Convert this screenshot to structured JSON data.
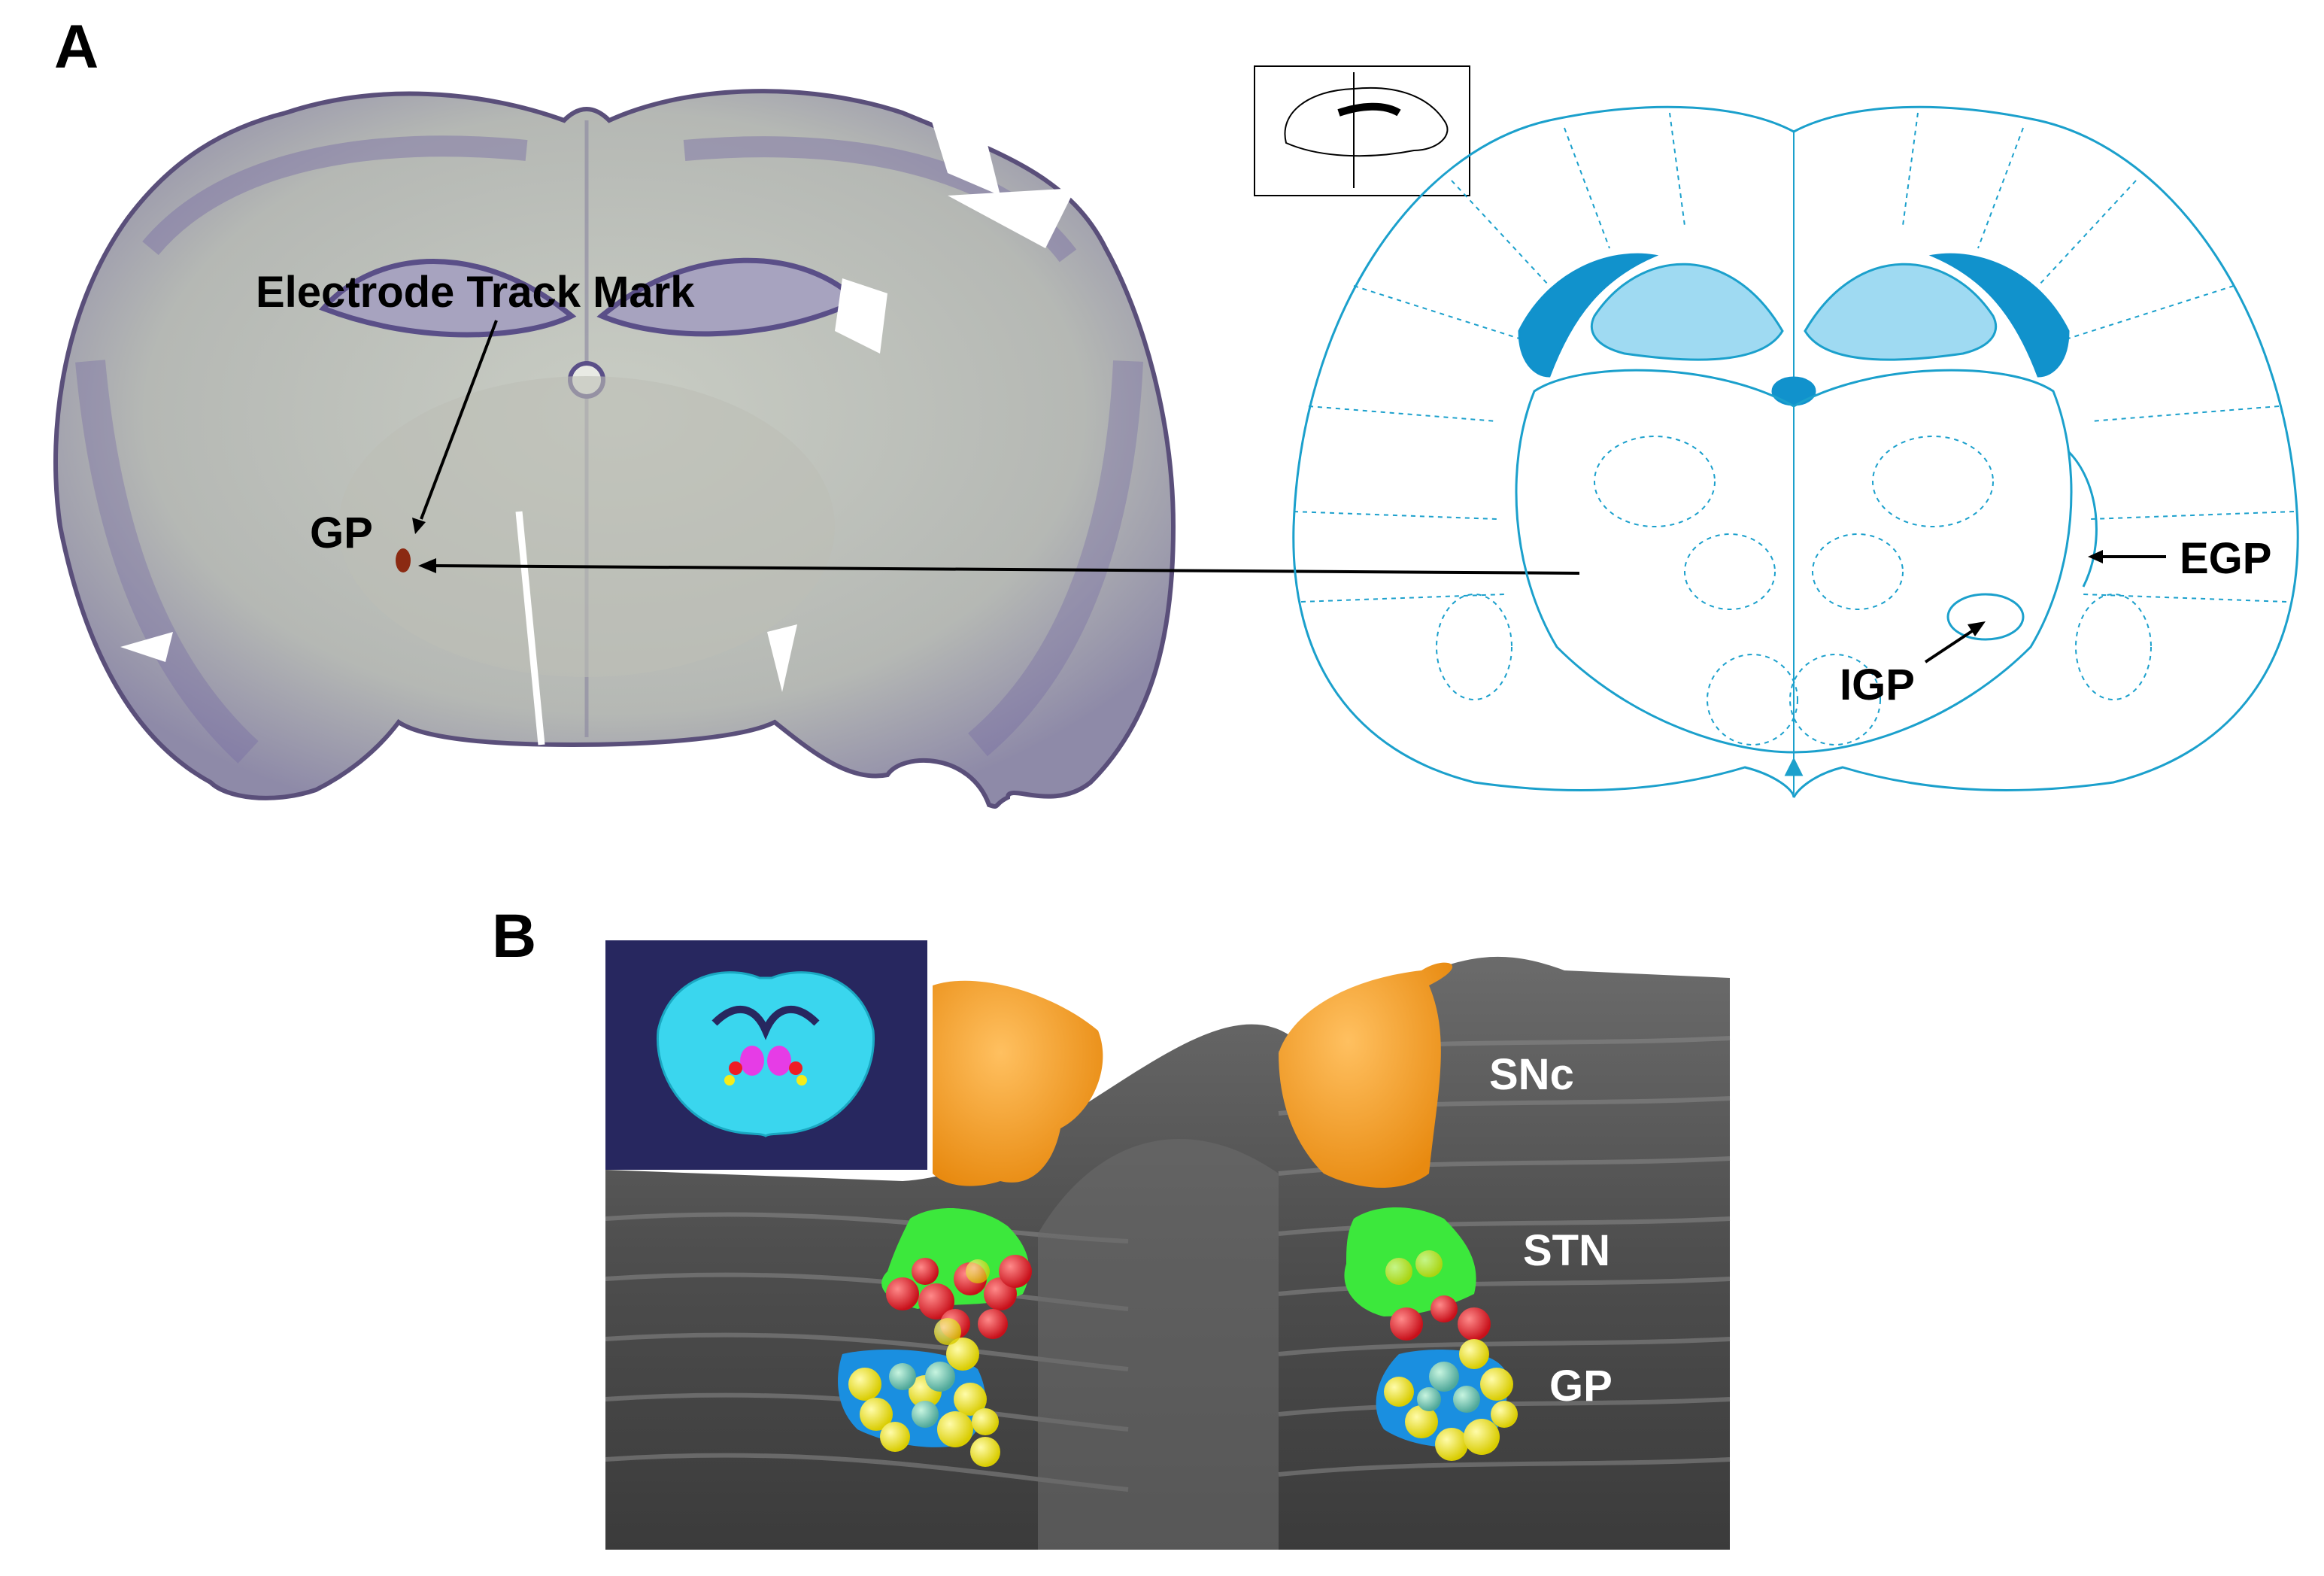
{
  "panel_a": {
    "letter": "A",
    "histology": {
      "label_track": "Electrode Track Mark",
      "label_gp": "GP"
    },
    "atlas": {
      "label_egp": "EGP",
      "label_igp": "IGP",
      "line_color": "#1ba0cc"
    }
  },
  "panel_b": {
    "letter": "B",
    "labels": {
      "snc": "SNc",
      "stn": "STN",
      "gp": "GP"
    },
    "colors": {
      "substantia_nigra": "#f39a1e",
      "subthalamic_nucleus": "#3ce83c",
      "markers_red": "#ee1c24",
      "markers_yellow": "#f5ec1a",
      "markers_blue": "#1a8fe0",
      "tissue": "#5a5a5a",
      "inset_bg": "#27275f",
      "inset_brain": "#3ad6ee"
    }
  }
}
